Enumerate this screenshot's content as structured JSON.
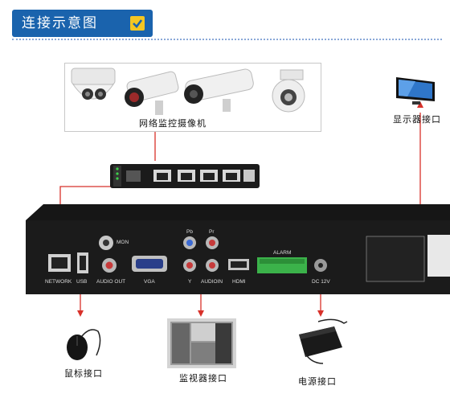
{
  "header": {
    "title": "连接示意图"
  },
  "labels": {
    "cameras": "网络监控摄像机",
    "display": "显示器接口",
    "mouse": "鼠标接口",
    "monitor": "监视器接口",
    "power": "电源接口"
  },
  "ports": {
    "network": "NETWORK",
    "usb": "USB",
    "audio_out": "AUDIO OUT",
    "vga": "VGA",
    "y": "Y",
    "audio_in": "AUDIOIN",
    "hdmi": "HDMI",
    "dc": "DC 12V",
    "mon": "MON",
    "pb": "Pb",
    "pr": "Pr",
    "alarm": "ALARM"
  },
  "colors": {
    "header_bg": "#1a63ad",
    "arrow": "#d8312a",
    "device": "#1b1b1b"
  }
}
